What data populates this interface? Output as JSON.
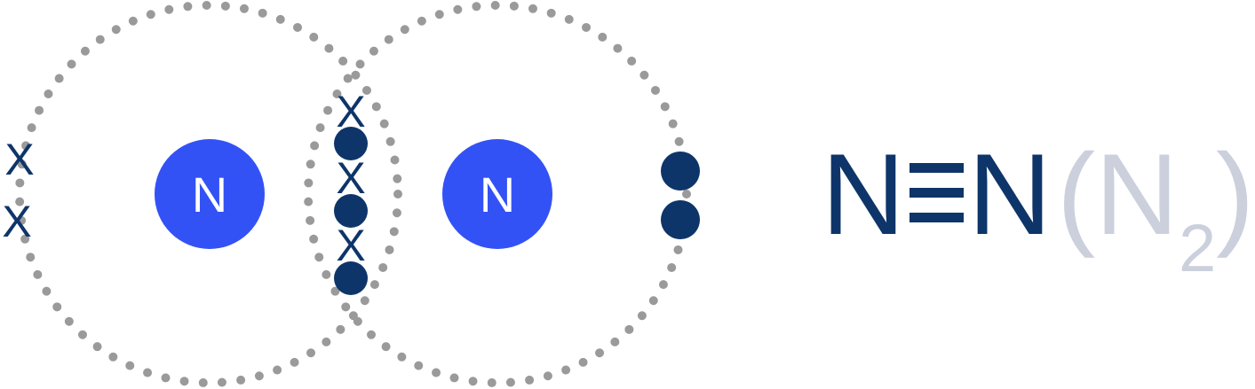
{
  "colors": {
    "shell": "#9a9a9a",
    "nucleus": "#3352f5",
    "electron": "#0e3569",
    "formula": "#0e3569",
    "molecular_formula": "#cbd0dc"
  },
  "atoms": [
    {
      "symbol": "N"
    },
    {
      "symbol": "N"
    }
  ],
  "electron_marker": "X",
  "formula": {
    "atom_left": "N",
    "bond": "triple-bond",
    "atom_right": "N",
    "open_paren": "(",
    "molecular_symbol": "N",
    "subscript": "2",
    "close_paren": ")"
  }
}
